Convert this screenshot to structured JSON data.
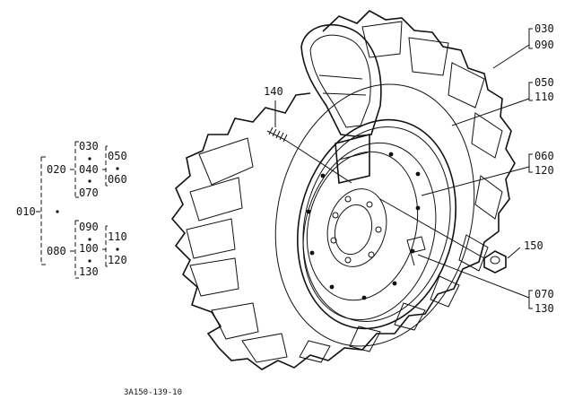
{
  "tree": {
    "root": "010",
    "group_a": {
      "head": "020",
      "top": "030",
      "mid": "040",
      "bottom": "070",
      "sub_top": "050",
      "sub_bottom": "060"
    },
    "group_b": {
      "head": "080",
      "top": "090",
      "mid": "100",
      "bottom": "130",
      "sub_top": "110",
      "sub_bottom": "120"
    }
  },
  "callouts": {
    "tire": [
      "030",
      "090"
    ],
    "valve": [
      "050",
      "110"
    ],
    "rim": [
      "060",
      "120"
    ],
    "nut": "150",
    "bolt_stud": "140",
    "disc_bolts": [
      "070",
      "130"
    ]
  },
  "drawing_code": "3A150-139-10"
}
